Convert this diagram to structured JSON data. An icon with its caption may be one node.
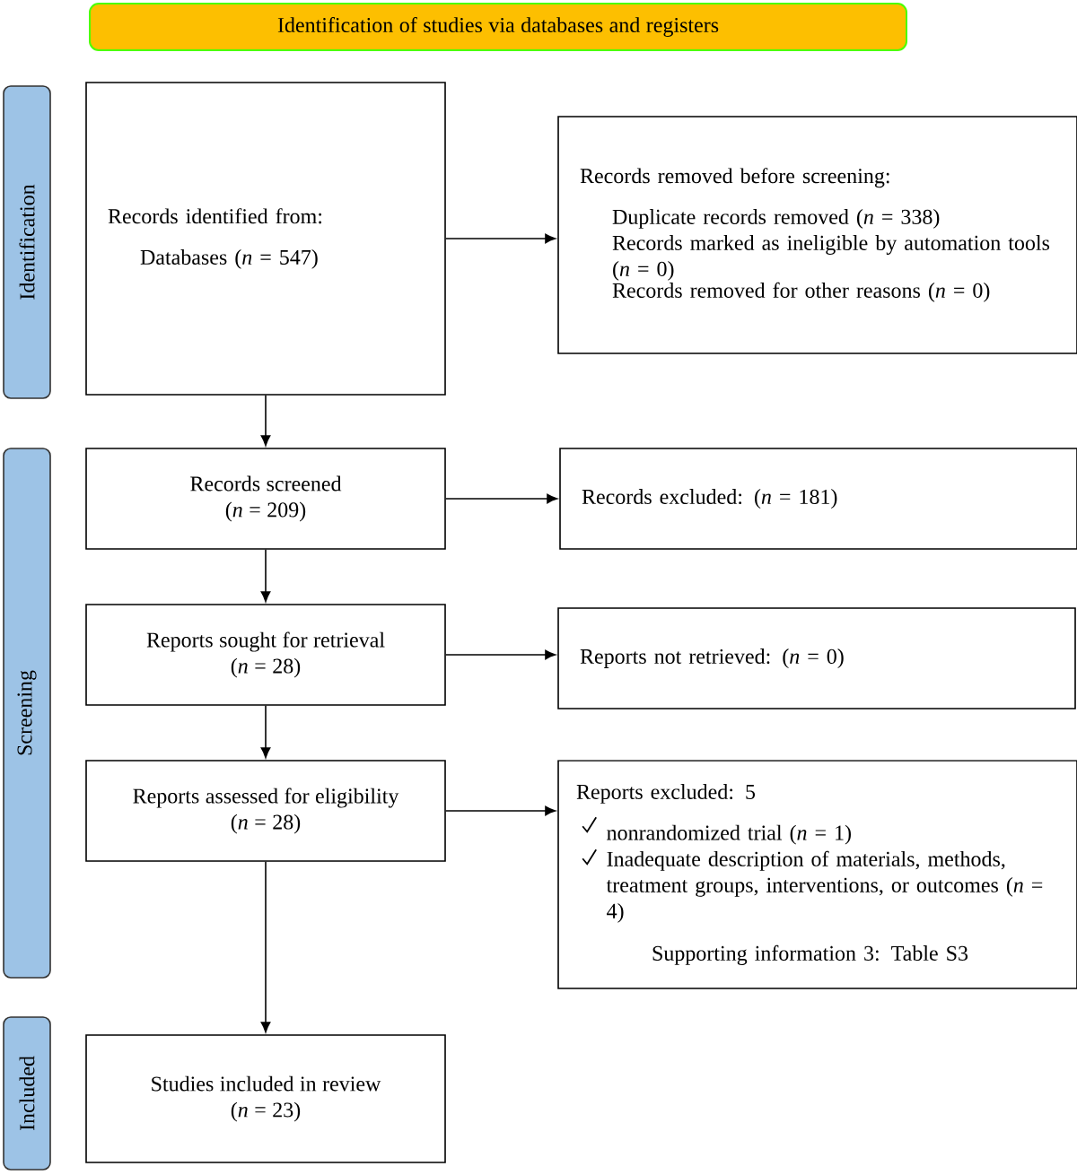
{
  "diagram": {
    "nodes": [
      {
        "text": [
          "Identification of studies via databases and registers"
        ]
      },
      {
        "text": [
          "Identification"
        ]
      },
      {
        "text": [
          "Records identified from:",
          "Databases (*n* = 547)"
        ]
      },
      {
        "text": [
          "Records removed before screening:",
          "Duplicate records removed (*n* = 338)",
          "Records marked as ineligible by automation tools (*n* = 0)",
          "Records removed for other reasons (*n* = 0)"
        ]
      },
      {
        "text": [
          "Screening"
        ]
      },
      {
        "text": [
          "Records screened",
          "(*n* = 209)"
        ]
      },
      {
        "text": [
          "Records excluded: (*n* = 181)"
        ]
      },
      {
        "text": [
          "Reports sought for retrieval",
          "(*n* = 28)"
        ]
      },
      {
        "text": [
          "Reports not retrieved: (*n* = 0)"
        ]
      },
      {
        "text": [
          "Reports assessed for eligibility",
          "(*n* = 28)"
        ]
      },
      {
        "text": [
          "Reports excluded: 5",
          "nonrandomized trial (*n* = 1)",
          "Inadequate description of materials, methods, treatment groups, interventions, or outcomes (*n* = 4)",
          "Supporting information 3: Table S3"
        ]
      },
      {
        "text": [
          "Included"
        ]
      },
      {
        "text": [
          "Studies included in review",
          "(*n* = 23)"
        ]
      }
    ],
    "edges": [
      {
        "from": 2,
        "to": 3,
        "arrow": "to"
      },
      {
        "from": 2,
        "to": 5,
        "arrow": "to"
      },
      {
        "from": 5,
        "to": 6,
        "arrow": "to"
      },
      {
        "from": 5,
        "to": 7,
        "arrow": "to"
      },
      {
        "from": 7,
        "to": 8,
        "arrow": "to"
      },
      {
        "from": 7,
        "to": 9,
        "arrow": "to"
      },
      {
        "from": 9,
        "to": 10,
        "arrow": "to"
      },
      {
        "from": 9,
        "to": 12,
        "arrow": "to"
      }
    ]
  }
}
